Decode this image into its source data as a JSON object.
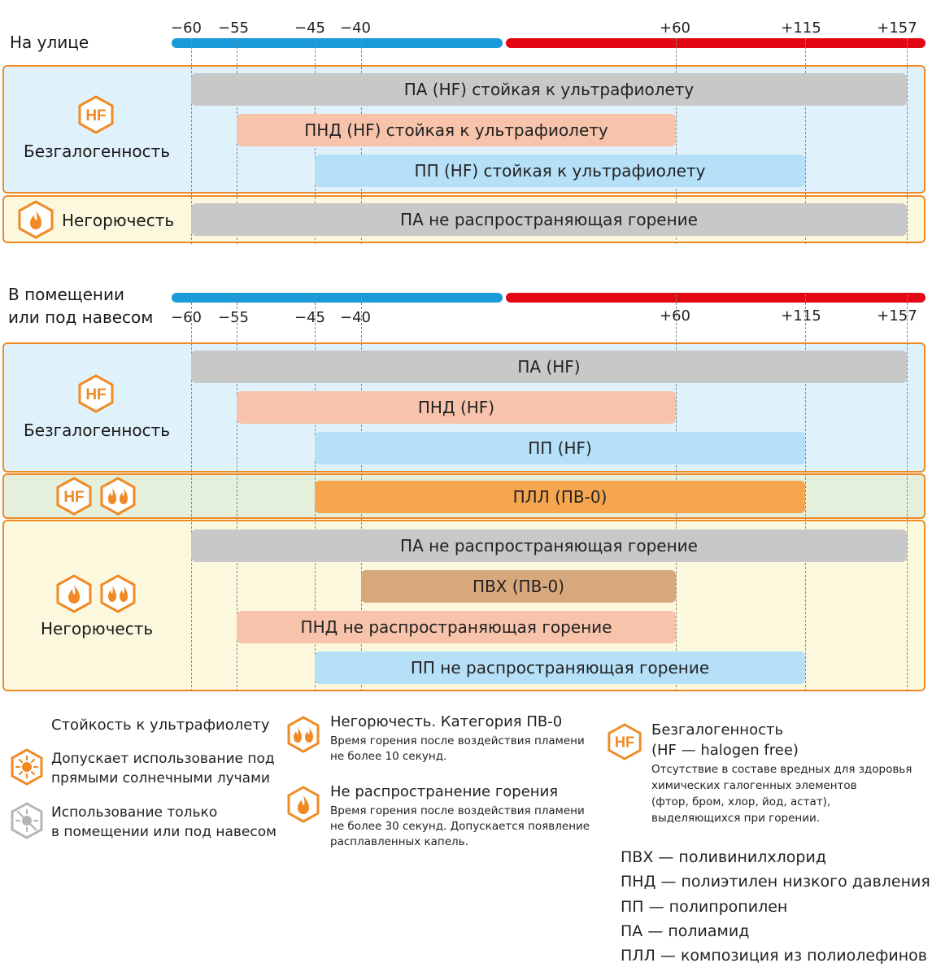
{
  "outdoor": {
    "title": "На улице",
    "ticks": [
      "−60",
      "−55",
      "−45",
      "−40",
      "+60",
      "+115",
      "+157"
    ],
    "groups": [
      {
        "label": "Безгалогенность",
        "bars": [
          {
            "label": "ПА (HF) стойкая к ультрафиолету",
            "from": -60,
            "to": 157,
            "color": "#c8c8c8"
          },
          {
            "label": "ПНД (HF) стойкая к ультрафиолету",
            "from": -55,
            "to": 60,
            "color": "#f7c3ab"
          },
          {
            "label": "ПП (HF) стойкая к ультрафиолету",
            "from": -45,
            "to": 115,
            "color": "#b6e0f7"
          }
        ]
      },
      {
        "label": "Негорючесть",
        "bars": [
          {
            "label": "ПА не распространяющая горение",
            "from": -60,
            "to": 157,
            "color": "#c8c8c8"
          }
        ]
      }
    ]
  },
  "indoor": {
    "title_line1": "В помещении",
    "title_line2": "или под навесом",
    "ticks": [
      "−60",
      "−55",
      "−45",
      "−40",
      "+60",
      "+115",
      "+157"
    ],
    "groups": [
      {
        "label": "Безгалогенность",
        "bars": [
          {
            "label": "ПА (HF)",
            "from": -60,
            "to": 157,
            "color": "#c8c8c8"
          },
          {
            "label": "ПНД (HF)",
            "from": -55,
            "to": 60,
            "color": "#f7c3ab"
          },
          {
            "label": "ПП (HF)",
            "from": -45,
            "to": 115,
            "color": "#b6e0f7"
          }
        ]
      },
      {
        "label": "",
        "bars": [
          {
            "label": "ПЛЛ (ПВ-0)",
            "from": -45,
            "to": 115,
            "color": "#f5a64e"
          }
        ]
      },
      {
        "label": "Негорючесть",
        "bars": [
          {
            "label": "ПА не распространяющая горение",
            "from": -60,
            "to": 157,
            "color": "#c8c8c8"
          },
          {
            "label": "ПВХ (ПВ-0)",
            "from": -40,
            "to": 60,
            "color": "#d7a87c"
          },
          {
            "label": "ПНД не распространяющая горение",
            "from": -55,
            "to": 60,
            "color": "#f7c3ab"
          },
          {
            "label": "ПП не распространяющая горение",
            "from": -45,
            "to": 115,
            "color": "#b6e0f7"
          }
        ]
      }
    ]
  },
  "hf_text": "HF",
  "legend": {
    "uv_title": "Стойкость к ультрафиолету",
    "uv_yes_1": "Допускает использование под",
    "uv_yes_2": "прямыми солнечными лучами",
    "uv_no_1": "Использование только",
    "uv_no_2": "в помещении или под навесом",
    "pv0_title": "Негорючесть. Категория ПВ-0",
    "pv0_desc_1": "Время горения после воздействия пламени",
    "pv0_desc_2": "не более 10 секунд.",
    "nfire_title": "Не распространение горения",
    "nfire_desc_1": "Время горения после воздействия пламени",
    "nfire_desc_2": "не более 30 секунд. Допускается появление",
    "nfire_desc_3": "расплавленных капель.",
    "hf_title": "Безгалогенность",
    "hf_sub": "(HF — halogen free)",
    "hf_desc_1": "Отсутствие в составе вредных для здоровья",
    "hf_desc_2": "химических галогенных элементов",
    "hf_desc_3": "(фтор, бром, хлор, йод, астат),",
    "hf_desc_4": "выделяющихся при горении."
  },
  "abbreviations": [
    "ПВХ — поливинилхлорид",
    "ПНД — полиэтилен низкого давления",
    "ПП — полипропилен",
    "ПА — полиамид",
    "ПЛЛ — композиция из полиолефинов"
  ],
  "colors": {
    "accent": "#ef8a25",
    "cold": "#1a9ad8",
    "hot": "#e30613"
  }
}
